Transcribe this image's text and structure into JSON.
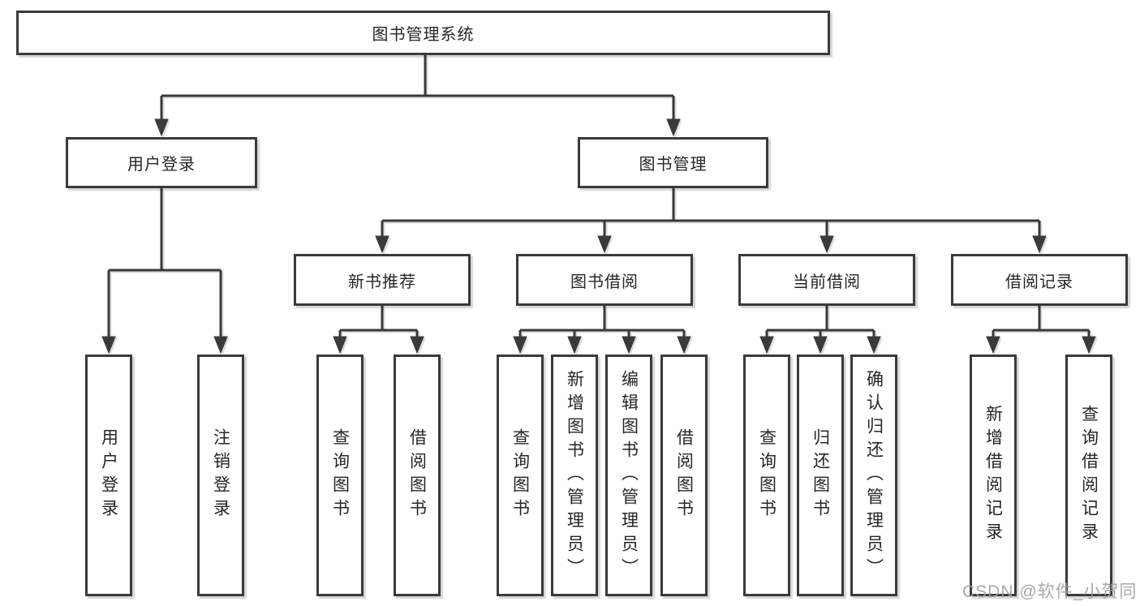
{
  "diagram_type": "hierarchy-tree",
  "colors": {
    "background": "#ffffff",
    "box_border": "#3a3a3a",
    "box_fill": "#ffffff",
    "text": "#262626",
    "connector": "#3a3a3a",
    "watermark": "#9e9e9e"
  },
  "tree": {
    "label": "图书管理系统",
    "children": [
      {
        "label": "用户登录",
        "children": [
          {
            "label": "用户登录"
          },
          {
            "label": "注销登录"
          }
        ]
      },
      {
        "label": "图书管理",
        "children": [
          {
            "label": "新书推荐",
            "children": [
              {
                "label": "查询图书"
              },
              {
                "label": "借阅图书"
              }
            ]
          },
          {
            "label": "图书借阅",
            "children": [
              {
                "label": "查询图书"
              },
              {
                "label": "新增图书（管理员）"
              },
              {
                "label": "编辑图书（管理员）"
              },
              {
                "label": "借阅图书"
              }
            ]
          },
          {
            "label": "当前借阅",
            "children": [
              {
                "label": "查询图书"
              },
              {
                "label": "归还图书"
              },
              {
                "label": "确认归还（管理员）"
              }
            ]
          },
          {
            "label": "借阅记录",
            "children": [
              {
                "label": "新增借阅记录"
              },
              {
                "label": "查询借阅记录"
              }
            ]
          }
        ]
      }
    ]
  },
  "watermark": {
    "text": "CSDN @软件_小贺同学"
  }
}
